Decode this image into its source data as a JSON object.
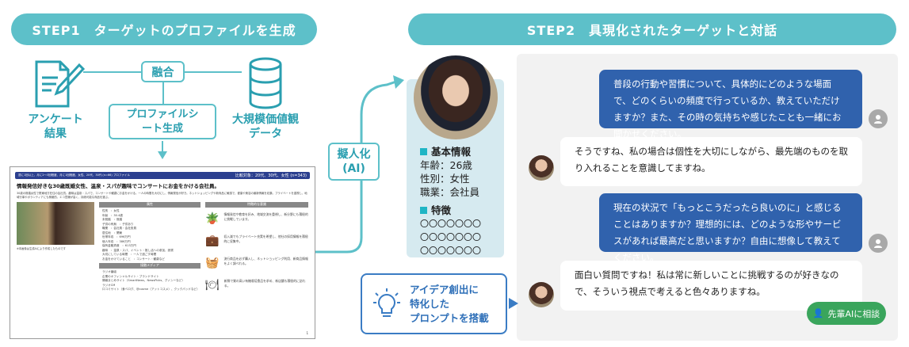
{
  "step1": {
    "title": "STEP1　ターゲットのプロファイルを生成",
    "survey_label": "アンケート結果",
    "fusion_label": "融合",
    "bigdata_label": "大規模価値観データ",
    "sheet_label": "プロファイルシート生成"
  },
  "doc": {
    "header_left": "週に1回以上、月に2〜3回程度、月に1回程度、女性、20代、30代 (n=66) プロファイル",
    "header_right": "比較対象：20代、30代、女性 (n=343)",
    "title": "情報発信好きな30歳既婚女性、温泉・スパが趣味でコンサートにお金をかける会社員。",
    "summary": "30歳の既婚女性で関東地方在住の会社員。趣味は温泉・スパで、コンサートや観劇にお金をかける。一人の時間を大切にし、情報発信が好き。ネットショッピングや新商品に敏感で、健康や美容の最新情報を収集。プライベートを重視し、地域行事やボランティアにも積極的。エコ意識が高く、持続可能な商品を選ぶ。",
    "photo_note": "※本画像は生成AIにより作成したものです",
    "attr_header": "属性",
    "attrs": [
      "性別　：女性",
      "年齢　：30.4歳",
      "未既婚　：既婚",
      "子供の有無　：子供あり",
      "職業　：会社員・会社役員",
      "居住地　：関東",
      "世帯年収　：696万円",
      "個人年収　：386万円",
      "保有金融資産　：613万円",
      "趣味　：温泉・スパ、イベント・推し活への参加、読書",
      "大切にしている時間　：一人で過ごす時間",
      "お金をかけていること　：コンサート・観劇など"
    ],
    "media_header": "接触メディア",
    "media": [
      "ラジオ番組",
      "企業のオフィシャルサイト・ブランドサイト",
      "情報まとめサイト（SmartNews、NewsPicks、グノシーなど）",
      "ラジオCM",
      "口コミサイト（食べログ、@cosme（アットコスメ）、クックパッドなど）"
    ],
    "trait_header": "特徴的な意識",
    "traits": [
      "情報発信や教育を好み、地域交流を重視し、新分野にも積極的に挑戦しています。",
      "収入減でもプライベート充実を希望し、他社の採用情報を積極的に収集中。",
      "流行商品を必ず購入し、ネットショッピング利用、新商品情報をよく調べれる。",
      "新鮮で質の高い有機栽培食品を求め、新店舗も積極的に訪れる。"
    ],
    "trait_icons": [
      "watering-can",
      "briefcase",
      "basket",
      "dining"
    ],
    "page": "1"
  },
  "ai_label": "擬人化\n(AI)",
  "step2": {
    "title": "STEP2　具現化されたターゲットと対話"
  },
  "persona": {
    "basic_header": "基本情報",
    "age": "年齢：26歳",
    "gender": "性別：女性",
    "job": "職業：会社員",
    "feature_header": "特徴",
    "features": [
      "〇〇〇〇〇〇〇",
      "〇〇〇〇〇〇〇",
      "〇〇〇〇〇〇〇"
    ]
  },
  "chat": [
    {
      "role": "user",
      "text": "普段の行動や習慣について、具体的にどのような場面で、どのくらいの頻度で行っているか、教えていただけますか？また、その時の気持ちや感じたことも一緒にお聞かせください。"
    },
    {
      "role": "persona",
      "text": "そうですね、私の場合は個性を大切にしながら、最先端のものを取り入れることを意識してますね。"
    },
    {
      "role": "user",
      "text": "現在の状況で「もっとこうだったら良いのに」と感じることはありますか？理想的には、どのような形やサービスがあれば最高だと思いますか？自由に想像して教えてください。"
    },
    {
      "role": "persona",
      "text": "面白い質問ですね！私は常に新しいことに挑戦するのが好きなので、そういう視点で考えると色々ありますね。"
    }
  ],
  "consult_button": "先輩AIに相談",
  "idea_box": "アイデア創出に\n特化した\nプロンプトを搭載",
  "colors": {
    "teal": "#5dc0c9",
    "blue": "#3062ad",
    "green": "#3aa55c"
  }
}
